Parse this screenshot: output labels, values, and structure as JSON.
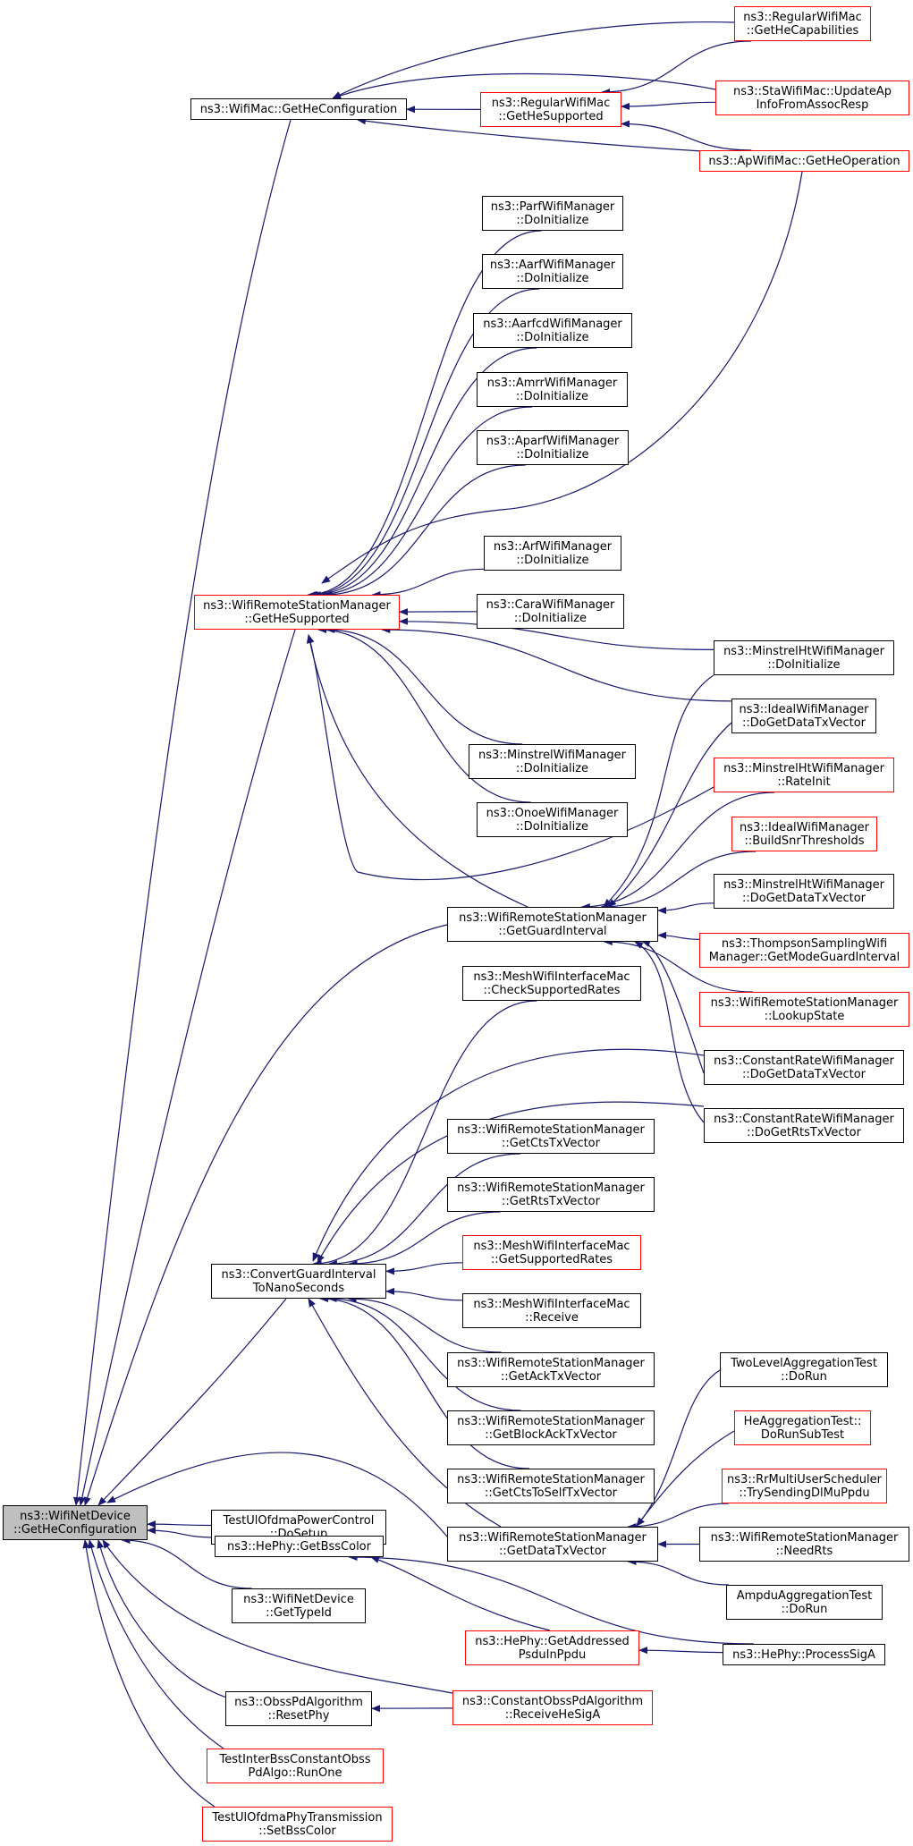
{
  "diagram": {
    "edge_color": "#191970",
    "nodes": [
      {
        "id": "root",
        "lines": [
          "ns3::WifiNetDevice",
          "::GetHeConfiguration"
        ],
        "style": "root"
      },
      {
        "id": "wifimac_gethe",
        "lines": [
          "ns3::WifiMac::GetHeConfiguration"
        ],
        "style": "black"
      },
      {
        "id": "regmac_hecap",
        "lines": [
          "ns3::RegularWifiMac",
          "::GetHeCapabilities"
        ],
        "style": "red"
      },
      {
        "id": "regmac_hesup",
        "lines": [
          "ns3::RegularWifiMac",
          "::GetHeSupported"
        ],
        "style": "red"
      },
      {
        "id": "sta_updateap",
        "lines": [
          "ns3::StaWifiMac::UpdateAp",
          "InfoFromAssocResp"
        ],
        "style": "red"
      },
      {
        "id": "ap_heop",
        "lines": [
          "ns3::ApWifiMac::GetHeOperation"
        ],
        "style": "red"
      },
      {
        "id": "parf",
        "lines": [
          "ns3::ParfWifiManager",
          "::DoInitialize"
        ],
        "style": "black"
      },
      {
        "id": "aarf",
        "lines": [
          "ns3::AarfWifiManager",
          "::DoInitialize"
        ],
        "style": "black"
      },
      {
        "id": "aarfcd",
        "lines": [
          "ns3::AarfcdWifiManager",
          "::DoInitialize"
        ],
        "style": "black"
      },
      {
        "id": "amrr",
        "lines": [
          "ns3::AmrrWifiManager",
          "::DoInitialize"
        ],
        "style": "black"
      },
      {
        "id": "aparf",
        "lines": [
          "ns3::AparfWifiManager",
          "::DoInitialize"
        ],
        "style": "black"
      },
      {
        "id": "arf",
        "lines": [
          "ns3::ArfWifiManager",
          "::DoInitialize"
        ],
        "style": "black"
      },
      {
        "id": "cara",
        "lines": [
          "ns3::CaraWifiManager",
          "::DoInitialize"
        ],
        "style": "black"
      },
      {
        "id": "wrsm_hesup",
        "lines": [
          "ns3::WifiRemoteStationManager",
          "::GetHeSupported"
        ],
        "style": "red"
      },
      {
        "id": "minstrelht_init",
        "lines": [
          "ns3::MinstrelHtWifiManager",
          "::DoInitialize"
        ],
        "style": "black"
      },
      {
        "id": "ideal_getdata",
        "lines": [
          "ns3::IdealWifiManager",
          "::DoGetDataTxVector"
        ],
        "style": "black"
      },
      {
        "id": "minstrel_init",
        "lines": [
          "ns3::MinstrelWifiManager",
          "::DoInitialize"
        ],
        "style": "black"
      },
      {
        "id": "minstrelht_rateinit",
        "lines": [
          "ns3::MinstrelHtWifiManager",
          "::RateInit"
        ],
        "style": "red"
      },
      {
        "id": "onoe",
        "lines": [
          "ns3::OnoeWifiManager",
          "::DoInitialize"
        ],
        "style": "black"
      },
      {
        "id": "ideal_buildsnr",
        "lines": [
          "ns3::IdealWifiManager",
          "::BuildSnrThresholds"
        ],
        "style": "red"
      },
      {
        "id": "minstrelht_getdata",
        "lines": [
          "ns3::MinstrelHtWifiManager",
          "::DoGetDataTxVector"
        ],
        "style": "black"
      },
      {
        "id": "wrsm_guard",
        "lines": [
          "ns3::WifiRemoteStationManager",
          "::GetGuardInterval"
        ],
        "style": "black"
      },
      {
        "id": "thompson",
        "lines": [
          "ns3::ThompsonSamplingWifi",
          "Manager::GetModeGuardInterval"
        ],
        "style": "red"
      },
      {
        "id": "mesh_checkrates",
        "lines": [
          "ns3::MeshWifiInterfaceMac",
          "::CheckSupportedRates"
        ],
        "style": "black"
      },
      {
        "id": "wrsm_lookup",
        "lines": [
          "ns3::WifiRemoteStationManager",
          "::LookupState"
        ],
        "style": "red"
      },
      {
        "id": "constrate_getdata",
        "lines": [
          "ns3::ConstantRateWifiManager",
          "::DoGetDataTxVector"
        ],
        "style": "black"
      },
      {
        "id": "constrate_getrts",
        "lines": [
          "ns3::ConstantRateWifiManager",
          "::DoGetRtsTxVector"
        ],
        "style": "black"
      },
      {
        "id": "wrsm_getcts",
        "lines": [
          "ns3::WifiRemoteStationManager",
          "::GetCtsTxVector"
        ],
        "style": "black"
      },
      {
        "id": "wrsm_getrts",
        "lines": [
          "ns3::WifiRemoteStationManager",
          "::GetRtsTxVector"
        ],
        "style": "black"
      },
      {
        "id": "mesh_getrates",
        "lines": [
          "ns3::MeshWifiInterfaceMac",
          "::GetSupportedRates"
        ],
        "style": "red"
      },
      {
        "id": "convert_guard",
        "lines": [
          "ns3::ConvertGuardInterval",
          "ToNanoSeconds"
        ],
        "style": "black"
      },
      {
        "id": "mesh_receive",
        "lines": [
          "ns3::MeshWifiInterfaceMac",
          "::Receive"
        ],
        "style": "black"
      },
      {
        "id": "wrsm_getack",
        "lines": [
          "ns3::WifiRemoteStationManager",
          "::GetAckTxVector"
        ],
        "style": "black"
      },
      {
        "id": "twolevel",
        "lines": [
          "TwoLevelAggregationTest",
          "::DoRun"
        ],
        "style": "black"
      },
      {
        "id": "wrsm_getblockack",
        "lines": [
          "ns3::WifiRemoteStationManager",
          "::GetBlockAckTxVector"
        ],
        "style": "black"
      },
      {
        "id": "heagg",
        "lines": [
          "HeAggregationTest::",
          "DoRunSubTest"
        ],
        "style": "red"
      },
      {
        "id": "wrsm_getctstoself",
        "lines": [
          "ns3::WifiRemoteStationManager",
          "::GetCtsToSelfTxVector"
        ],
        "style": "black"
      },
      {
        "id": "rrmulti",
        "lines": [
          "ns3::RrMultiUserScheduler",
          "::TrySendingDlMuPpdu"
        ],
        "style": "red"
      },
      {
        "id": "ulofdma_power",
        "lines": [
          "TestUlOfdmaPowerControl",
          "::DoSetup"
        ],
        "style": "black"
      },
      {
        "id": "wrsm_getdata",
        "lines": [
          "ns3::WifiRemoteStationManager",
          "::GetDataTxVector"
        ],
        "style": "black"
      },
      {
        "id": "wrsm_needrts",
        "lines": [
          "ns3::WifiRemoteStationManager",
          "::NeedRts"
        ],
        "style": "black"
      },
      {
        "id": "hephy_bsscolor",
        "lines": [
          "ns3::HePhy::GetBssColor"
        ],
        "style": "black"
      },
      {
        "id": "wnd_typeid",
        "lines": [
          "ns3::WifiNetDevice",
          "::GetTypeId"
        ],
        "style": "black"
      },
      {
        "id": "ampdu",
        "lines": [
          "AmpduAggregationTest",
          "::DoRun"
        ],
        "style": "black"
      },
      {
        "id": "hephy_getaddr",
        "lines": [
          "ns3::HePhy::GetAddressed",
          "PsduInPpdu"
        ],
        "style": "red"
      },
      {
        "id": "hephy_processsiga",
        "lines": [
          "ns3::HePhy::ProcessSigA"
        ],
        "style": "black"
      },
      {
        "id": "obss_reset",
        "lines": [
          "ns3::ObssPdAlgorithm",
          "::ResetPhy"
        ],
        "style": "black"
      },
      {
        "id": "constobss_recv",
        "lines": [
          "ns3::ConstantObssPdAlgorithm",
          "::ReceiveHeSigA"
        ],
        "style": "red"
      },
      {
        "id": "interbss",
        "lines": [
          "TestInterBssConstantObss",
          "PdAlgo::RunOne"
        ],
        "style": "red"
      },
      {
        "id": "ulofdma_phy",
        "lines": [
          "TestUlOfdmaPhyTransmission",
          "::SetBssColor"
        ],
        "style": "red"
      }
    ],
    "edges": [
      [
        "wifimac_gethe",
        "root"
      ],
      [
        "wrsm_hesup",
        "root"
      ],
      [
        "wrsm_guard",
        "root"
      ],
      [
        "convert_guard",
        "root"
      ],
      [
        "wrsm_getdata",
        "root"
      ],
      [
        "ulofdma_power",
        "root"
      ],
      [
        "hephy_bsscolor",
        "root"
      ],
      [
        "wnd_typeid",
        "root"
      ],
      [
        "obss_reset",
        "root"
      ],
      [
        "constobss_recv",
        "root"
      ],
      [
        "interbss",
        "root"
      ],
      [
        "ulofdma_phy",
        "root"
      ],
      [
        "regmac_hecap",
        "wifimac_gethe"
      ],
      [
        "regmac_hesup",
        "wifimac_gethe"
      ],
      [
        "sta_updateap",
        "wifimac_gethe"
      ],
      [
        "ap_heop",
        "wifimac_gethe"
      ],
      [
        "regmac_hecap",
        "regmac_hesup"
      ],
      [
        "sta_updateap",
        "regmac_hesup"
      ],
      [
        "ap_heop",
        "regmac_hesup"
      ],
      [
        "parf",
        "wrsm_hesup"
      ],
      [
        "aarf",
        "wrsm_hesup"
      ],
      [
        "aarfcd",
        "wrsm_hesup"
      ],
      [
        "amrr",
        "wrsm_hesup"
      ],
      [
        "aparf",
        "wrsm_hesup"
      ],
      [
        "ap_heop",
        "wrsm_hesup"
      ],
      [
        "arf",
        "wrsm_hesup"
      ],
      [
        "cara",
        "wrsm_hesup"
      ],
      [
        "minstrelht_init",
        "wrsm_hesup"
      ],
      [
        "ideal_getdata",
        "wrsm_hesup"
      ],
      [
        "minstrel_init",
        "wrsm_hesup"
      ],
      [
        "onoe",
        "wrsm_hesup"
      ],
      [
        "minstrelht_rateinit",
        "wrsm_hesup"
      ],
      [
        "wrsm_guard",
        "wrsm_hesup"
      ],
      [
        "minstrelht_init",
        "wrsm_guard"
      ],
      [
        "ideal_getdata",
        "wrsm_guard"
      ],
      [
        "minstrelht_rateinit",
        "wrsm_guard"
      ],
      [
        "ideal_buildsnr",
        "wrsm_guard"
      ],
      [
        "minstrelht_getdata",
        "wrsm_guard"
      ],
      [
        "thompson",
        "wrsm_guard"
      ],
      [
        "wrsm_lookup",
        "wrsm_guard"
      ],
      [
        "constrate_getdata",
        "wrsm_guard"
      ],
      [
        "constrate_getrts",
        "wrsm_guard"
      ],
      [
        "mesh_checkrates",
        "convert_guard"
      ],
      [
        "constrate_getdata",
        "convert_guard"
      ],
      [
        "constrate_getrts",
        "convert_guard"
      ],
      [
        "wrsm_getcts",
        "convert_guard"
      ],
      [
        "wrsm_getrts",
        "convert_guard"
      ],
      [
        "mesh_getrates",
        "convert_guard"
      ],
      [
        "mesh_receive",
        "convert_guard"
      ],
      [
        "wrsm_getack",
        "convert_guard"
      ],
      [
        "wrsm_getblockack",
        "convert_guard"
      ],
      [
        "wrsm_getctstoself",
        "convert_guard"
      ],
      [
        "wrsm_getdata",
        "convert_guard"
      ],
      [
        "twolevel",
        "wrsm_getdata"
      ],
      [
        "heagg",
        "wrsm_getdata"
      ],
      [
        "rrmulti",
        "wrsm_getdata"
      ],
      [
        "wrsm_needrts",
        "wrsm_getdata"
      ],
      [
        "ampdu",
        "wrsm_getdata"
      ],
      [
        "hephy_getaddr",
        "hephy_bsscolor"
      ],
      [
        "hephy_processsiga",
        "hephy_bsscolor"
      ],
      [
        "hephy_processsiga",
        "hephy_getaddr"
      ],
      [
        "constobss_recv",
        "obss_reset"
      ]
    ]
  }
}
